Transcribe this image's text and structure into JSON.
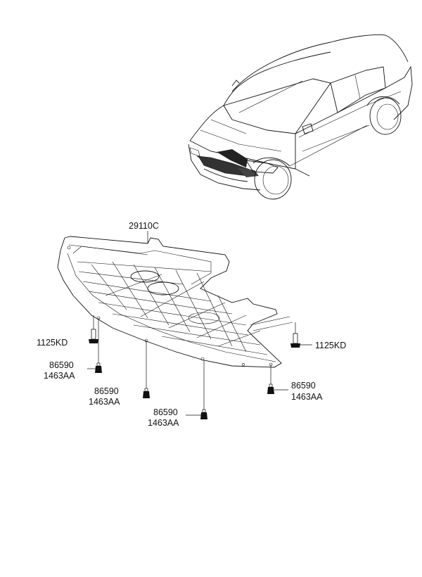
{
  "callouts": {
    "undercover": "29110C",
    "screw_left": "1125KD",
    "screw_right": "1125KD",
    "clip_1_a": "86590",
    "clip_1_b": "1463AA",
    "clip_2_a": "86590",
    "clip_2_b": "1463AA",
    "clip_3_a": "86590",
    "clip_3_b": "1463AA",
    "clip_4_a": "86590",
    "clip_4_b": "1463AA"
  }
}
